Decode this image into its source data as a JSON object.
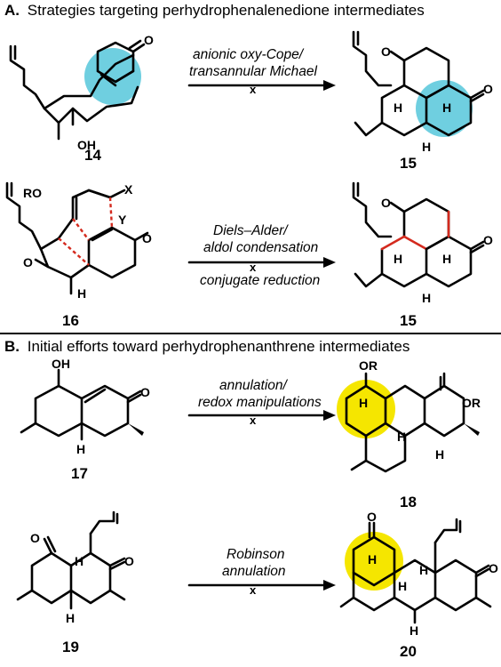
{
  "sections": {
    "a": {
      "letter": "A.",
      "title": "Strategies targeting perhydrophenalenedione intermediates"
    },
    "b": {
      "letter": "B.",
      "title": "Initial efforts toward perhydrophenanthrene intermediates"
    }
  },
  "colors": {
    "highlight_cyan": "#6fcfe0",
    "highlight_yellow": "#f5e600",
    "new_bond_red": "#d42a1e"
  },
  "reactions": [
    {
      "conditions": [
        "anionic oxy-Cope/",
        "transannular Michael"
      ],
      "failed_mark": "x",
      "from": "14",
      "to": "15"
    },
    {
      "conditions": [
        "Diels–Alder/",
        "aldol condensation",
        "conjugate reduction"
      ],
      "failed_mark": "x",
      "from": "16",
      "to": "15"
    },
    {
      "conditions": [
        "annulation/",
        "redox manipulations"
      ],
      "failed_mark": "x",
      "from": "17",
      "to": "18"
    },
    {
      "conditions": [
        "Robinson",
        "annulation"
      ],
      "failed_mark": "x",
      "from": "19",
      "to": "20"
    }
  ],
  "atoms": {
    "O": "O",
    "OH": "OH",
    "H": "H",
    "RO": "RO",
    "OR": "OR",
    "X": "X",
    "Y": "Y"
  }
}
